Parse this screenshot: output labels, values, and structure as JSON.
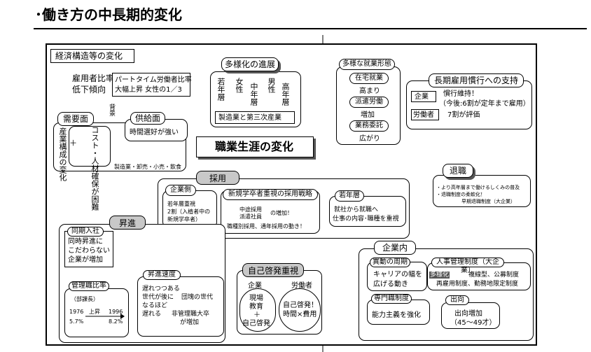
{
  "title": "･働き方の中長期的変化",
  "frame_label": "経済構造等の変化",
  "center_title": "職業生涯の変化",
  "employee_ratio": {
    "line1": "雇用者比率",
    "line2": "低下傾向",
    "detail1": "パートタイム労働者比率",
    "detail2": "大幅上昇  女性の1／3"
  },
  "diversification": {
    "title": "多様化の進展",
    "cols": [
      "若年層",
      "女性",
      "中年層",
      "男性",
      "高年層"
    ],
    "footer": "製造業と第三次産業"
  },
  "demand": {
    "title": "需要面",
    "col1": "産業構成の変化",
    "plus": "＋",
    "col2": "コスト・人材確保が困難",
    "footer": "製造業・卸売・小売・飲食"
  },
  "supply": {
    "title": "供給面",
    "text": "時間選好が強い"
  },
  "background_label": "背景",
  "work_forms": {
    "title": "多様な就業形態",
    "items": [
      {
        "label": "在宅就業",
        "sub": "高まり"
      },
      {
        "label": "派遣労働",
        "sub": "増加"
      },
      {
        "label": "業務委託",
        "sub": "広がり"
      }
    ]
  },
  "long_term": {
    "title": "長期雇用慣行への支持",
    "row1_label": "企業",
    "row1_text1": "慣行維持！",
    "row1_text2": "（今後:6割が定年まで雇用）",
    "row2_label": "労働者",
    "row2_text": "7割が評価"
  },
  "hiring": {
    "title": "採用",
    "company_side": {
      "title": "企業側",
      "lines": [
        "若年層重視",
        "2割（入植者中の",
        "新規学卒者）"
      ]
    },
    "strategy": {
      "title": "新規学卒者重視の採用戦略",
      "lines": [
        "中途採用",
        "派遣社員",
        "の増加！",
        "職種別採用、通年採用の動き！"
      ]
    },
    "youth": {
      "title": "若年層",
      "line1": "就社から就職へ",
      "line2": "仕事の内容･職種を重視"
    }
  },
  "retirement": {
    "title": "退職",
    "lines": [
      "・より高年層まで働けるしくみの普及",
      "・退職制度の柔軟化！",
      "早期退職制度（大企業）"
    ]
  },
  "promotion": {
    "title": "昇進",
    "same_year": {
      "title": "同期入社",
      "lines": [
        "同時昇進に",
        "こだわらない",
        "企業が増加"
      ]
    },
    "manager_ratio": {
      "title": "管理職比率",
      "sub": "（部課長）",
      "year1": "1976",
      "rise": "上昇",
      "year2": "1996",
      "val1": "5.7%",
      "val2": "8.2%"
    },
    "speed": {
      "title": "昇進速度",
      "lines": [
        "遅れつつある",
        "世代が後に",
        "なるほど",
        "遅れる"
      ],
      "right_lines": [
        "団塊の世代",
        "非管理職大卒",
        "が増加"
      ]
    }
  },
  "self_dev": {
    "title": "自己啓発重視",
    "company": "企業",
    "company_lines": [
      "現場",
      "教育",
      "＋",
      "自己啓発"
    ],
    "worker": "労働者",
    "worker_lines": [
      "自己啓発！",
      "時間×費用"
    ]
  },
  "in_company": {
    "title": "企業内",
    "cycle": {
      "title": "異動の周期",
      "lines": [
        "キャリアの幅を",
        "広げる動き"
      ]
    },
    "hr": {
      "title": "人事管理制度（大企業）",
      "hl": "多様化",
      "line1": "複線型、公募制度",
      "line2": "再雇用制度、勤務地限定制度"
    },
    "specialist": {
      "title": "専門職制度",
      "text": "能力主義を強化"
    },
    "secondment": {
      "title": "出向",
      "line1": "出向増加",
      "line2": "（45〜49才）"
    }
  }
}
